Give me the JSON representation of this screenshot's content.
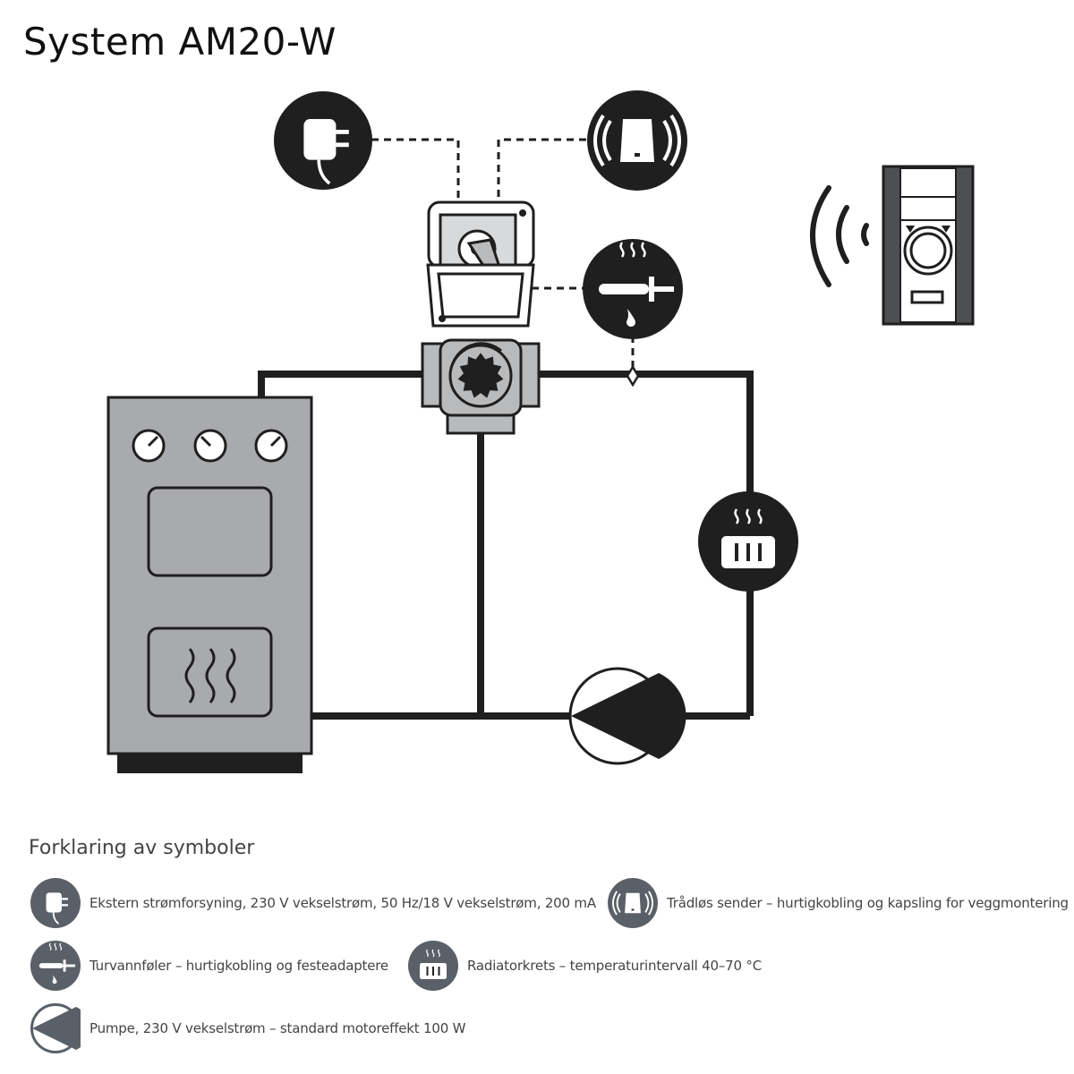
{
  "title": "System AM20-W",
  "legend": {
    "heading": "Forklaring av symboler",
    "items": [
      {
        "id": "power",
        "icon": "power-adapter-icon",
        "text": "Ekstern strømforsyning, 230 V vekselstrøm, 50 Hz/18 V vekselstrøm, 200 mA"
      },
      {
        "id": "wireless",
        "icon": "wireless-transmitter-icon",
        "text": "Trådløs sender – hurtigkobling og kapsling for veggmontering"
      },
      {
        "id": "sensor",
        "icon": "flow-sensor-icon",
        "text": "Turvannføler – hurtigkobling og festeadaptere"
      },
      {
        "id": "radiator",
        "icon": "radiator-icon",
        "text": "Radiatorkrets – temperaturintervall 40–70 °C"
      },
      {
        "id": "pump",
        "icon": "pump-icon",
        "text": "Pumpe, 230 V vekselstrøm  – standard motoreffekt  100 W"
      }
    ]
  },
  "colors": {
    "dark": "#1f1f1f",
    "legend_icon": "#5a6068",
    "boiler": "#a9aaad",
    "valve": "#b9babc"
  }
}
